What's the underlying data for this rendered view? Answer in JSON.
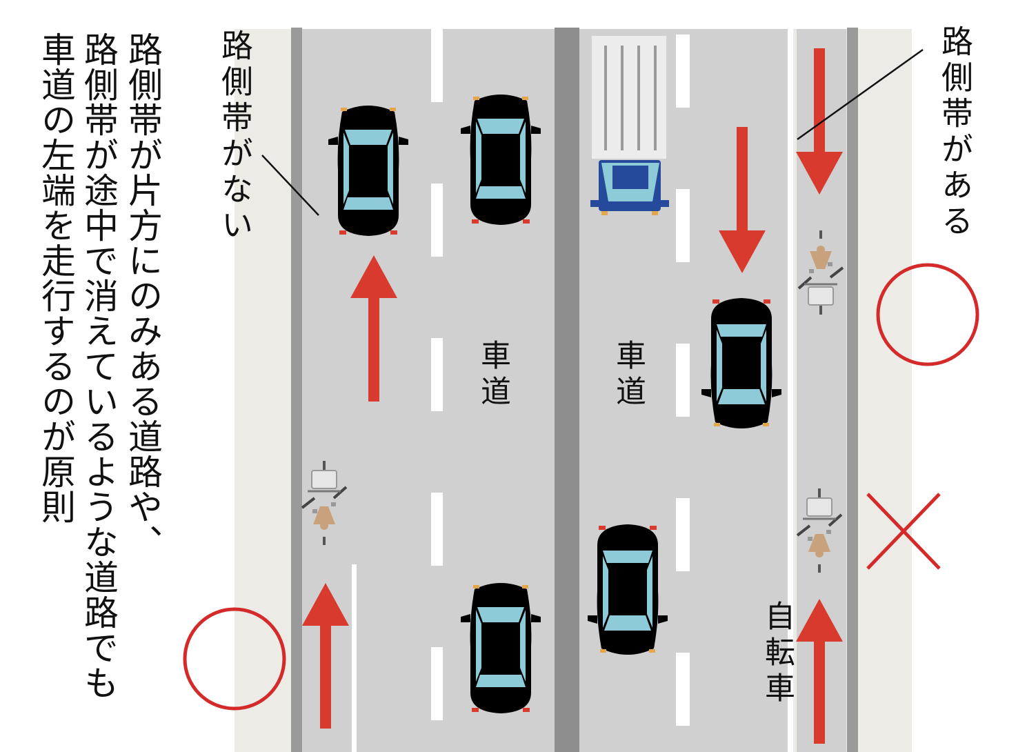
{
  "caption": {
    "lines": [
      "路側帯が片方にのみある道路や、",
      "路側帯が途中で消えているような道路でも",
      "車道の左端を走行するのが原則"
    ]
  },
  "labels": {
    "no_shoulder": "路側帯がない",
    "has_shoulder": "路側帯がある",
    "roadway_left": "車道",
    "roadway_right": "車道",
    "bicycle": "自転車"
  },
  "marks": {
    "correct": "circle",
    "wrong": "cross"
  },
  "colors": {
    "road": "#d0d0d0",
    "shoulder": "#ecebe6",
    "median": "#8e8e8e",
    "edge_line": "#9a9a9a",
    "arrow": "#d93a2e",
    "mark_red": "#d42a2a",
    "car_blue": "#254a9c",
    "car_green": "#3a8050",
    "car_red": "#d33a2c",
    "glass": "#8ecbd8",
    "truck_body": "#ececec",
    "bike_red": "#c8312a",
    "bike_blue": "#4f7fc4",
    "rider": "#c8a27c"
  }
}
